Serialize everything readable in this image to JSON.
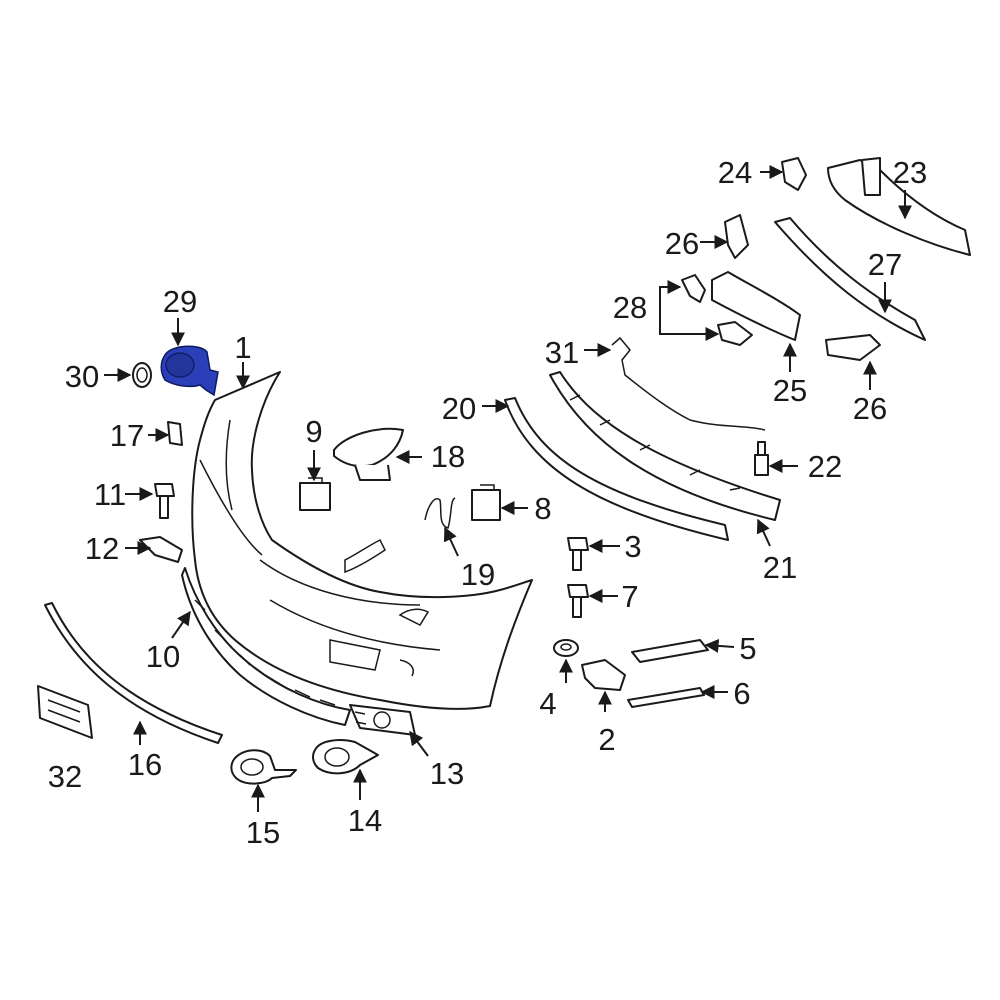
{
  "diagram": {
    "highlight_color": "#2b3fb8",
    "highlighted_part": "29",
    "callouts": [
      {
        "id": "c1",
        "label": "1"
      },
      {
        "id": "c2",
        "label": "2"
      },
      {
        "id": "c3",
        "label": "3"
      },
      {
        "id": "c4",
        "label": "4"
      },
      {
        "id": "c5",
        "label": "5"
      },
      {
        "id": "c6",
        "label": "6"
      },
      {
        "id": "c7",
        "label": "7"
      },
      {
        "id": "c8",
        "label": "8"
      },
      {
        "id": "c9",
        "label": "9"
      },
      {
        "id": "c10",
        "label": "10"
      },
      {
        "id": "c11",
        "label": "11"
      },
      {
        "id": "c12",
        "label": "12"
      },
      {
        "id": "c13",
        "label": "13"
      },
      {
        "id": "c14",
        "label": "14"
      },
      {
        "id": "c15",
        "label": "15"
      },
      {
        "id": "c16",
        "label": "16"
      },
      {
        "id": "c17",
        "label": "17"
      },
      {
        "id": "c18",
        "label": "18"
      },
      {
        "id": "c19",
        "label": "19"
      },
      {
        "id": "c20",
        "label": "20"
      },
      {
        "id": "c21",
        "label": "21"
      },
      {
        "id": "c22",
        "label": "22"
      },
      {
        "id": "c23",
        "label": "23"
      },
      {
        "id": "c24",
        "label": "24"
      },
      {
        "id": "c25",
        "label": "25"
      },
      {
        "id": "c26a",
        "label": "26"
      },
      {
        "id": "c26b",
        "label": "26"
      },
      {
        "id": "c27",
        "label": "27"
      },
      {
        "id": "c28",
        "label": "28"
      },
      {
        "id": "c29",
        "label": "29"
      },
      {
        "id": "c30",
        "label": "30"
      },
      {
        "id": "c31",
        "label": "31"
      },
      {
        "id": "c32",
        "label": "32"
      }
    ]
  }
}
